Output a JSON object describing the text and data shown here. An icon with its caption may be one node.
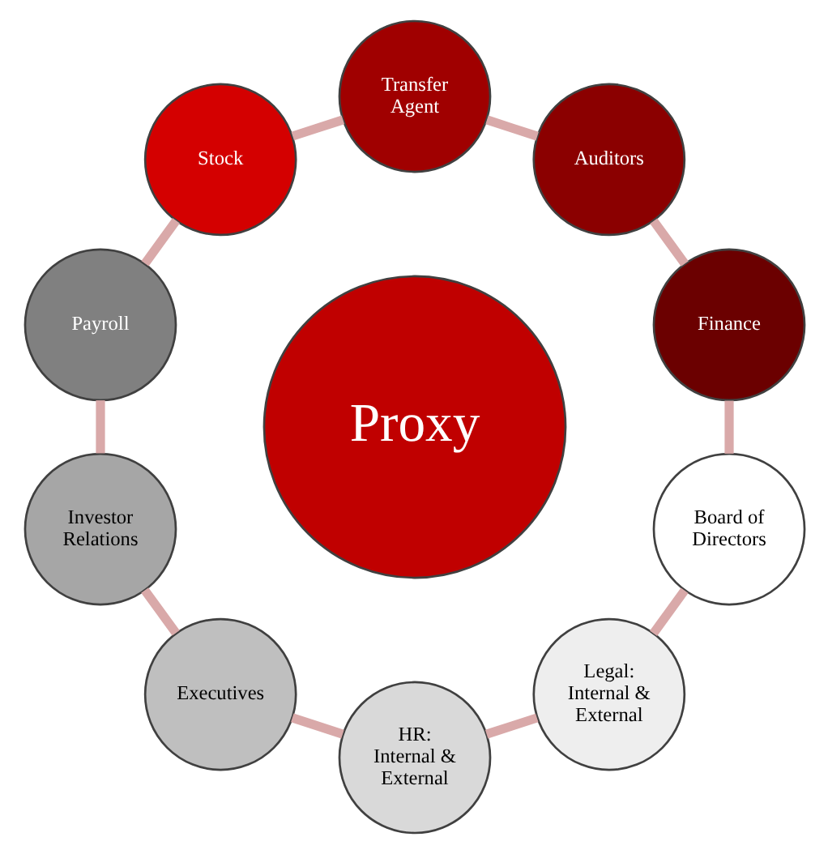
{
  "diagram": {
    "nodes": [
      {
        "text": [
          "Proxy"
        ]
      },
      {
        "text": [
          "Finance"
        ]
      },
      {
        "text": [
          "Auditors"
        ]
      },
      {
        "text": [
          "Transfer Agent"
        ]
      },
      {
        "text": [
          "Stock"
        ]
      },
      {
        "text": [
          "Payroll"
        ]
      },
      {
        "text": [
          "Investor Relations"
        ]
      },
      {
        "text": [
          "Executives"
        ]
      },
      {
        "text": [
          "HR: Internal & External"
        ]
      },
      {
        "text": [
          "Legal: Internal & External"
        ]
      },
      {
        "text": [
          "Board of Directors"
        ]
      }
    ],
    "edges": [
      {
        "from": 1,
        "to": 2,
        "arrow": "none"
      },
      {
        "from": 2,
        "to": 3,
        "arrow": "none"
      },
      {
        "from": 3,
        "to": 4,
        "arrow": "none"
      },
      {
        "from": 4,
        "to": 5,
        "arrow": "none"
      },
      {
        "from": 5,
        "to": 6,
        "arrow": "none"
      },
      {
        "from": 6,
        "to": 7,
        "arrow": "none"
      },
      {
        "from": 7,
        "to": 8,
        "arrow": "none"
      },
      {
        "from": 8,
        "to": 9,
        "arrow": "none"
      },
      {
        "from": 9,
        "to": 10,
        "arrow": "none"
      },
      {
        "from": 10,
        "to": 1,
        "arrow": "none"
      }
    ]
  }
}
